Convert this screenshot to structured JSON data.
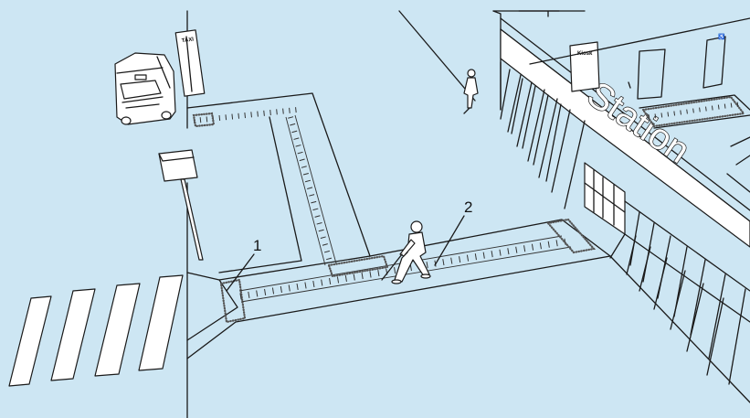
{
  "colors": {
    "background": "#cde6f3",
    "line": "#1a1a1a",
    "white": "#ffffff"
  },
  "labels": {
    "station": "Station",
    "taxi": "TAXI",
    "kiosk": "Kiosk",
    "callout_1": "1",
    "callout_2": "2"
  },
  "icons": {
    "wheelchair": "wheelchair-icon",
    "taxi_sign": "taxi-sign-icon"
  }
}
